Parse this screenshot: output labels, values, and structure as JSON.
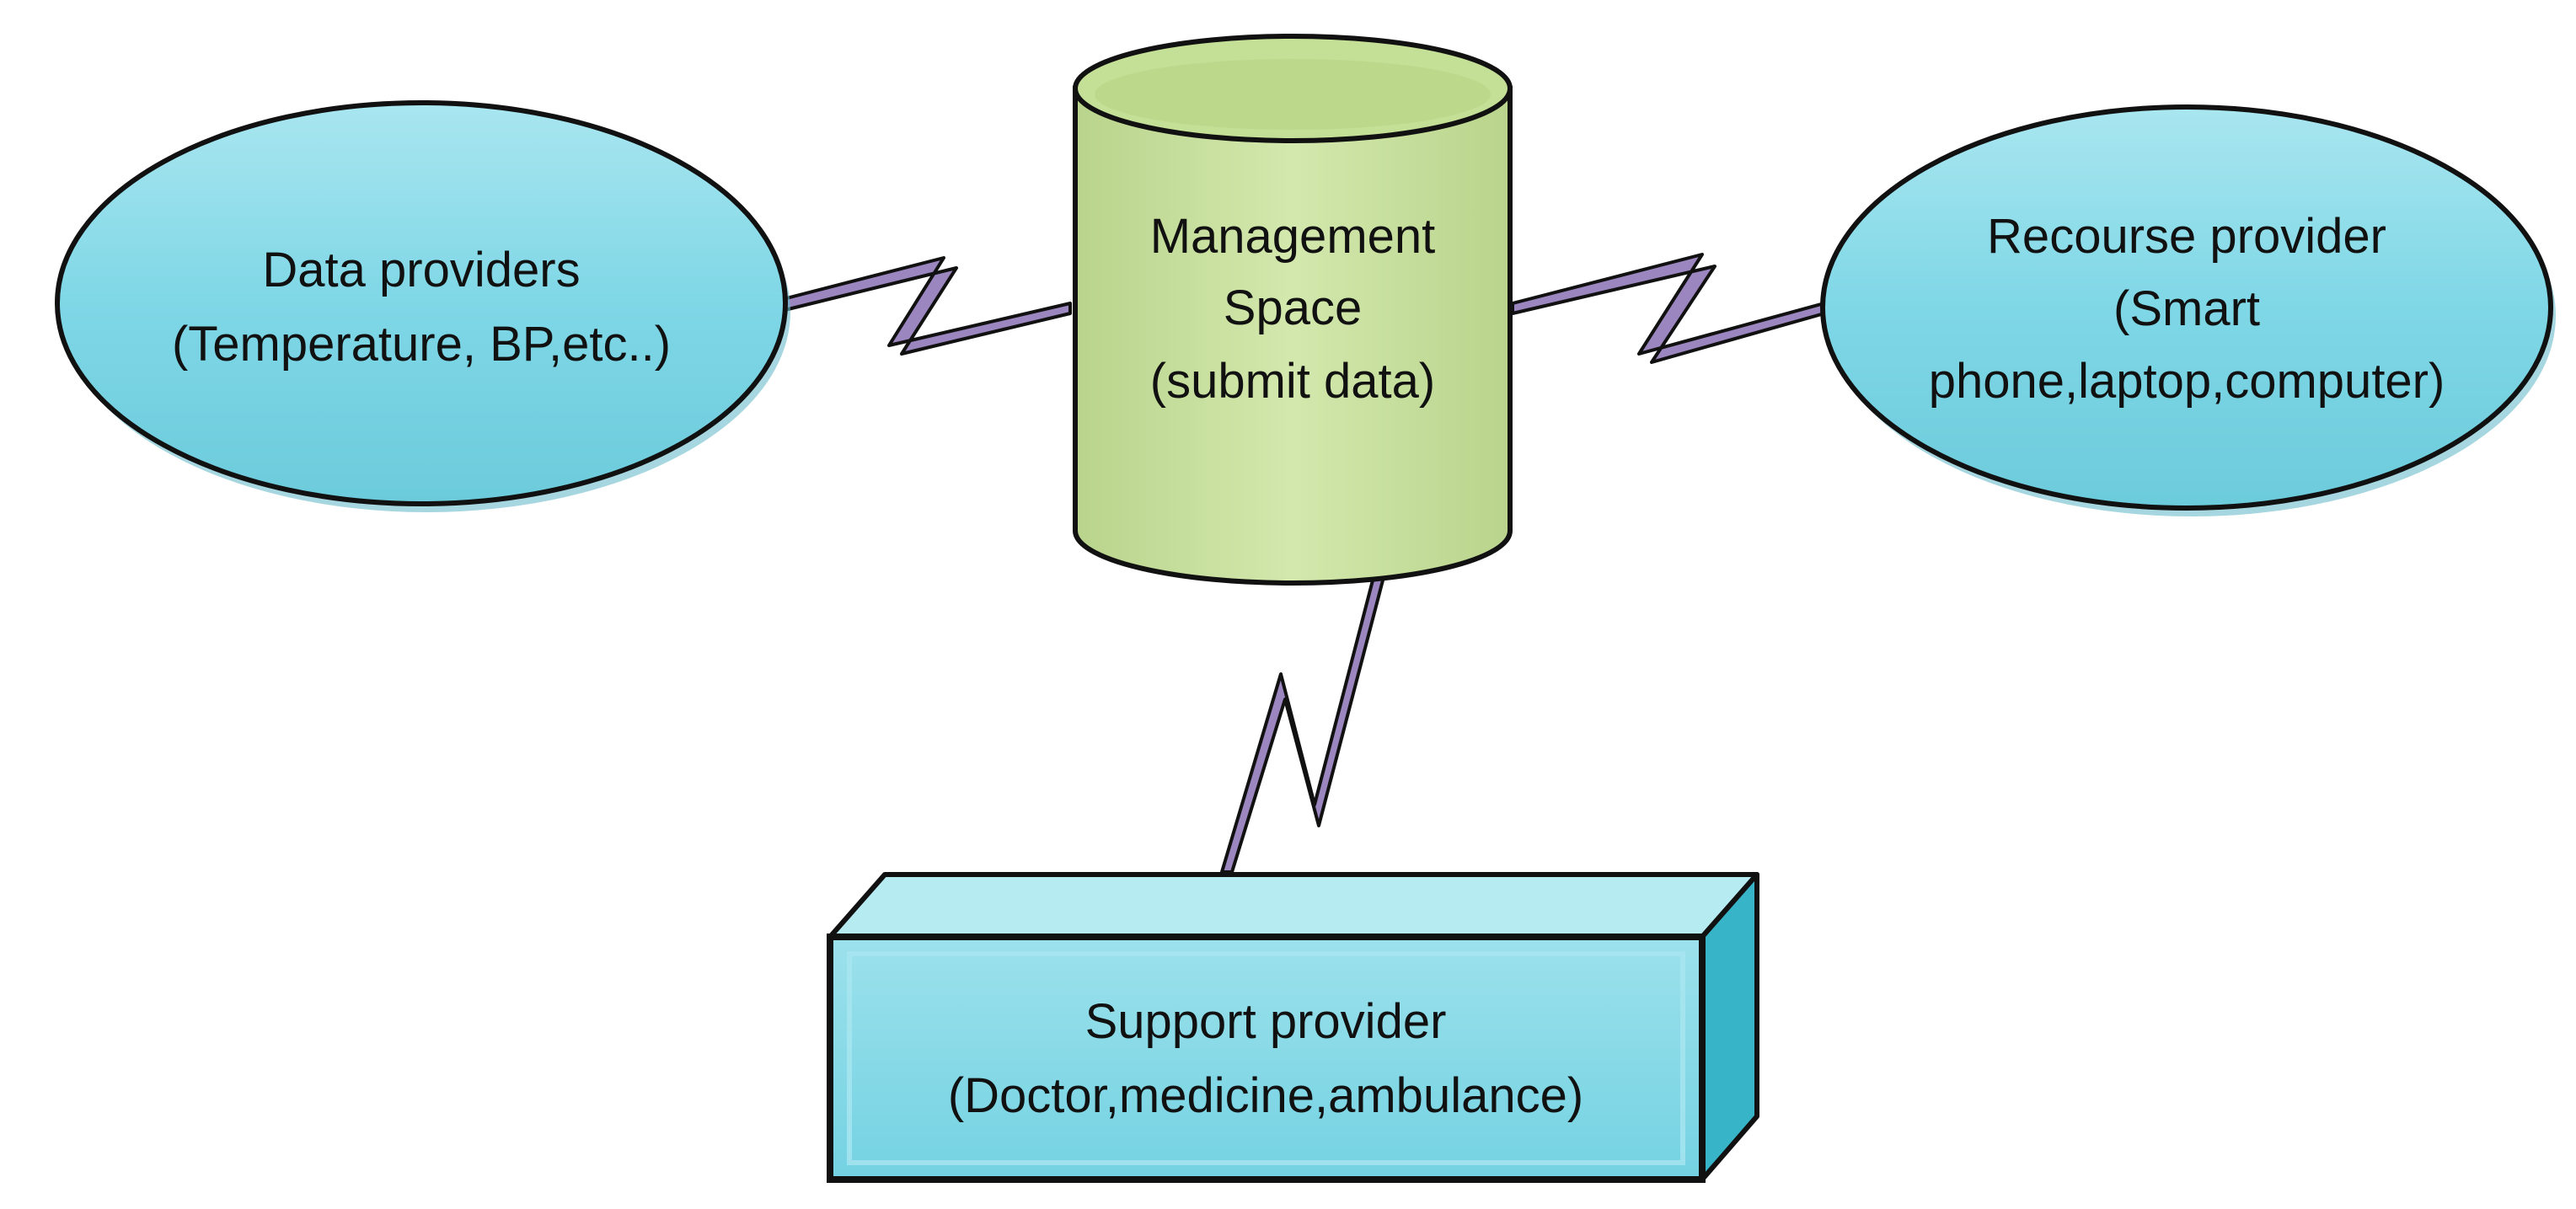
{
  "nodes": {
    "data_providers": {
      "lines": [
        "Data providers",
        "(Temperature, BP,etc..)"
      ]
    },
    "management_space": {
      "lines": [
        "Management",
        "Space",
        "(submit data)"
      ]
    },
    "resource_provider": {
      "lines": [
        "Recourse provider",
        "(Smart",
        "phone,laptop,computer)"
      ]
    },
    "support_provider": {
      "lines": [
        "Support provider",
        "(Doctor,medicine,ambulance)"
      ]
    }
  },
  "colors": {
    "ellipse_fill": "#7fd7e6",
    "cylinder_fill": "#cde3a4",
    "box_fill": "#7fd7e6",
    "link_fill": "#9b86c0",
    "outline": "#111111"
  }
}
